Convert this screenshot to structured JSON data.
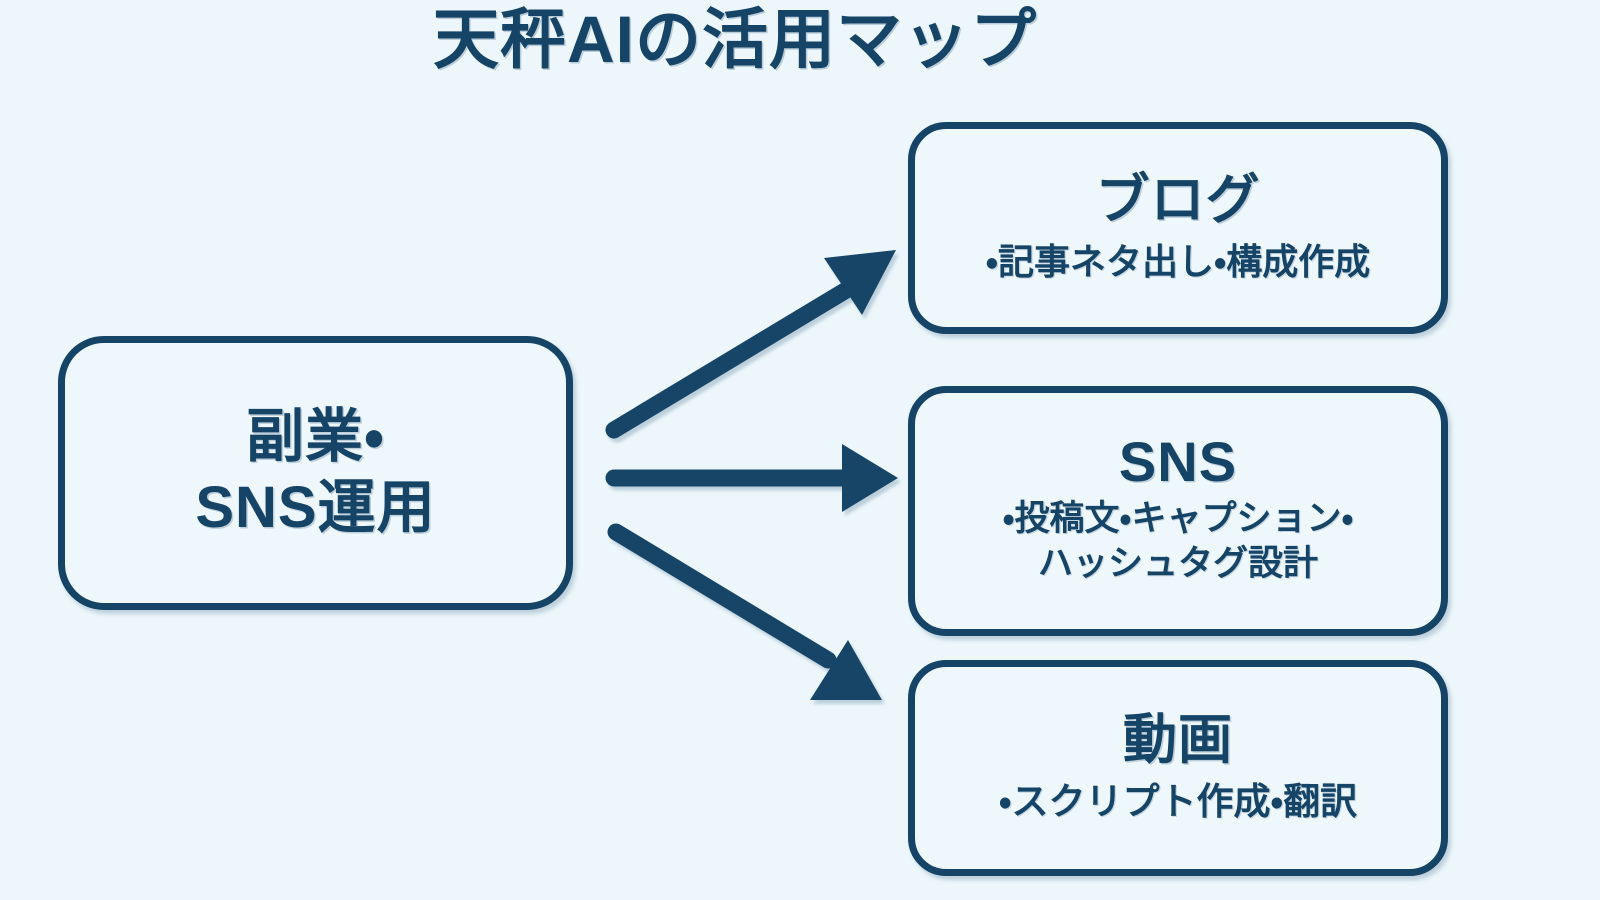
{
  "title": "天秤AIの活用マップ",
  "colors": {
    "background": "#edf7fb",
    "box_fill": "#eef7fc",
    "ink": "#154467",
    "arrow": "#154467"
  },
  "source_node": {
    "name": "副業・SNS運用",
    "line1": "副業・",
    "line2": "SNS運用"
  },
  "targets": [
    {
      "id": "blog",
      "heading": "ブログ",
      "detail_line1": "・記事ネタ出し・構成作成",
      "detail_line2": ""
    },
    {
      "id": "sns",
      "heading": "SNS",
      "detail_line1": "・投稿文・キャプション・",
      "detail_line2": "ハッシュタグ設計"
    },
    {
      "id": "video",
      "heading": "動画",
      "detail_line1": "・スクリプト作成・翻訳",
      "detail_line2": ""
    }
  ],
  "arrows": [
    {
      "id": "arrow-to-blog",
      "from": "副業・SNS運用",
      "to": "ブログ",
      "direction": "up-right"
    },
    {
      "id": "arrow-to-sns",
      "from": "副業・SNS運用",
      "to": "SNS",
      "direction": "right"
    },
    {
      "id": "arrow-to-video",
      "from": "副業・SNS運用",
      "to": "動画",
      "direction": "down-right"
    }
  ]
}
